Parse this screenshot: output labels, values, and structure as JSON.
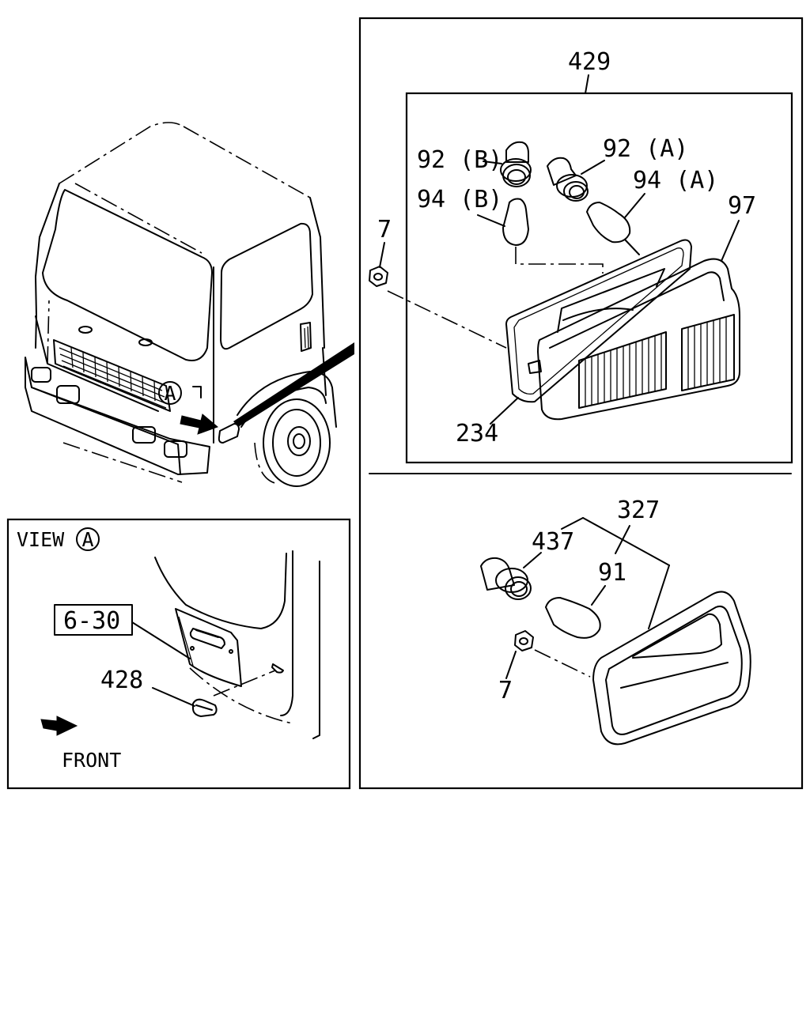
{
  "colors": {
    "ink": "#000000",
    "paper": "#ffffff"
  },
  "callouts": {
    "c429": "429",
    "c92b": "92 (B)",
    "c92a": "92 (A)",
    "c94b": "94 (B)",
    "c94a": "94 (A)",
    "c97": "97",
    "c7_top": "7",
    "c234": "234",
    "c327": "327",
    "c437": "437",
    "c91": "91",
    "c7_bottom": "7",
    "c428": "428",
    "c630": "6-30"
  },
  "view_box": {
    "view_label": "VIEW",
    "view_letter": "A",
    "front_label": "FRONT"
  },
  "truck": {
    "view_marker": "A"
  }
}
